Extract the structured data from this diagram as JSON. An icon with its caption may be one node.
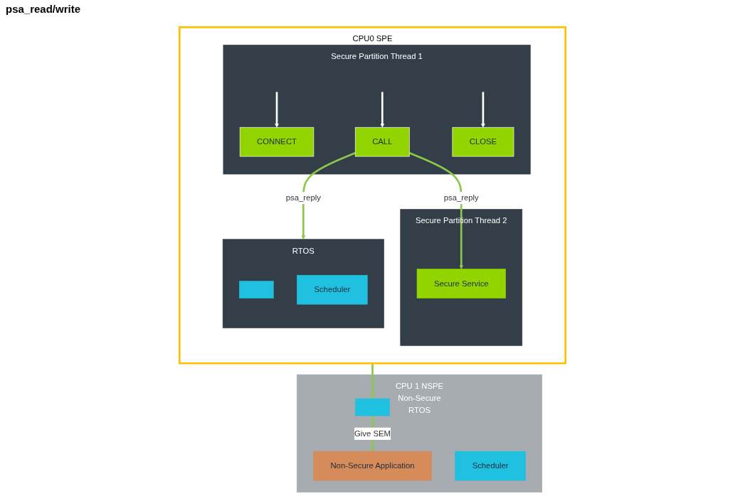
{
  "diagram": {
    "nodes": [
      {
        "text": [
          "CPU 1 NSPE",
          "Non-Secure",
          "RTOS"
        ]
      },
      {
        "text": [
          "Non-Secure Application"
        ],
        "in": 0
      },
      {
        "text": [],
        "shape": "box",
        "in": 0
      },
      {
        "text": [
          "Scheduler"
        ],
        "in": 0
      },
      {
        "text": [
          "CPU0 SPE"
        ]
      },
      {
        "text": [
          "Secure Partition Thread 1"
        ],
        "in": 4
      },
      {
        "text": [
          "CONNECT"
        ],
        "in": 5
      },
      {
        "text": [
          "CALL"
        ],
        "in": 5
      },
      {
        "text": [
          "CLOSE"
        ],
        "in": 5
      },
      {
        "text": [
          "Secure Partition Thread 2"
        ],
        "in": 4
      },
      {
        "text": [
          "Secure Service"
        ],
        "in": 9
      },
      {
        "text": [
          "RTOS"
        ],
        "in": 4
      },
      {
        "text": [],
        "shape": "box",
        "in": 11
      },
      {
        "text": [
          "Scheduler"
        ],
        "in": 11
      }
    ],
    "edges": [
      {
        "from": null,
        "to": 6,
        "arrow": "to",
        "color": "#ffffff"
      },
      {
        "from": null,
        "to": 7,
        "arrow": "to",
        "color": "#ffffff"
      },
      {
        "from": null,
        "to": 8,
        "arrow": "to",
        "color": "#ffffff"
      },
      {
        "from": 7,
        "to": 11,
        "label": "psa_reply",
        "arrow": "to",
        "color": "#8cc84b"
      },
      {
        "from": 7,
        "to": 10,
        "label": "psa_reply",
        "arrow": "to",
        "color": "#8cc84b"
      },
      {
        "from": 4,
        "to": 2,
        "arrow": "to",
        "color": "#8cc84b"
      },
      {
        "from": 2,
        "to": 1,
        "label": "Give SEM",
        "arrow": "to",
        "color": "#8cc84b"
      }
    ],
    "labels": [
      "psa_read/write"
    ]
  }
}
